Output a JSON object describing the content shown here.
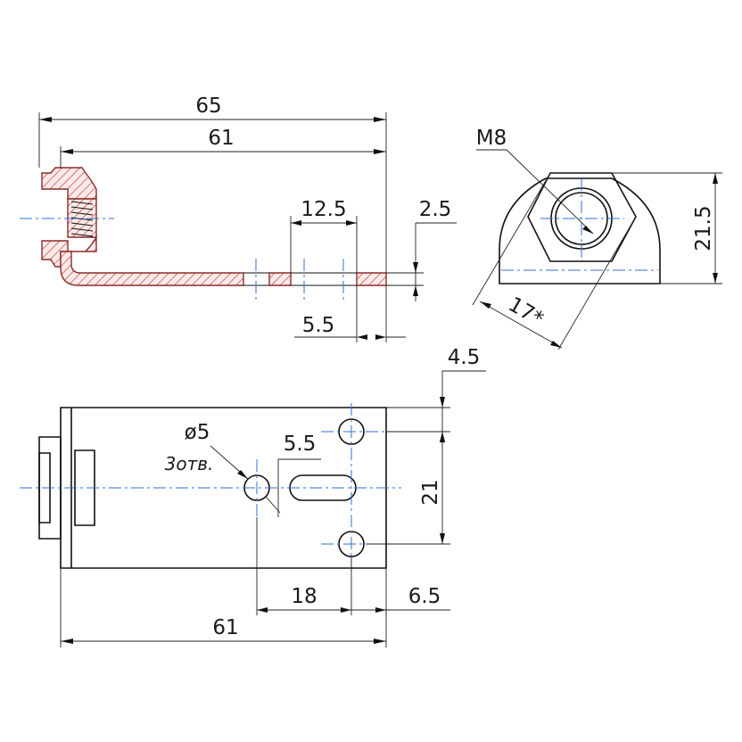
{
  "side_view": {
    "dim_overall_length": "65",
    "dim_plate_length": "61",
    "dim_slot_length": "12.5",
    "dim_thickness": "2.5",
    "dim_slot_width": "5.5"
  },
  "end_view": {
    "thread_label": "M8",
    "dim_height": "21.5",
    "dim_across_flats": "17*"
  },
  "top_view": {
    "dim_edge_offset": "4.5",
    "hole_label": "ø5",
    "hole_count": "3отв.",
    "dim_slot_width": "5.5",
    "dim_hole_spacing": "21",
    "dim_hole_distance": "18",
    "dim_edge_distance": "6.5",
    "dim_plate_length": "61"
  },
  "colors": {
    "outline": "#111111",
    "centerline": "#2f6fd6",
    "section_hatch": "#c0392b"
  }
}
